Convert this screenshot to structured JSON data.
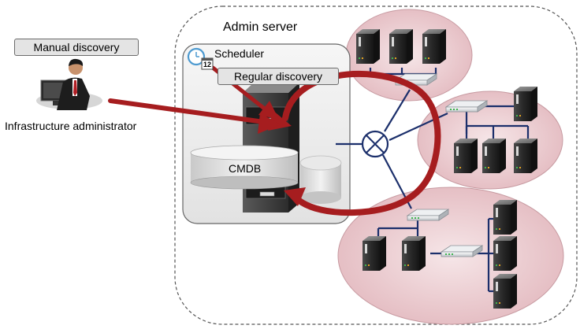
{
  "labels": {
    "manual_discovery": "Manual discovery",
    "infrastructure_administrator": "Infrastructure administrator",
    "admin_server": "Admin server",
    "scheduler": "Scheduler",
    "calendar_number": "12",
    "regular_discovery": "Regular discovery",
    "cmdb": "CMDB"
  },
  "colors": {
    "arrow": "#a61d1f",
    "network_line": "#1b2f6b",
    "segment_fill": "#eac8cc",
    "server_body": "#2b2b2b",
    "admin_box_fill": "#eeeeee"
  },
  "icons": [
    "person-icon",
    "calendar-icon",
    "server-icon",
    "switch-icon",
    "hub-icon",
    "cabinet-icon",
    "database-icon"
  ]
}
